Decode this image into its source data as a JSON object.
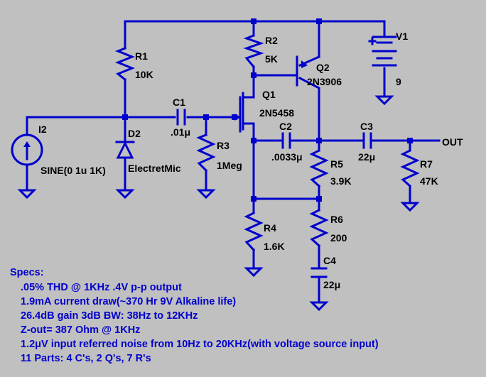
{
  "colors": {
    "background": "#c0c0c0",
    "wire": "#0000cc",
    "label": "#000000",
    "spec_text": "#0000cc"
  },
  "components": {
    "R1": {
      "name": "R1",
      "value": "10K"
    },
    "R2": {
      "name": "R2",
      "value": "5K"
    },
    "R3": {
      "name": "R3",
      "value": "1Meg"
    },
    "R4": {
      "name": "R4",
      "value": "1.6K"
    },
    "R5": {
      "name": "R5",
      "value": "3.9K"
    },
    "R6": {
      "name": "R6",
      "value": "200"
    },
    "R7": {
      "name": "R7",
      "value": "47K"
    },
    "C1": {
      "name": "C1",
      "value": ".01μ"
    },
    "C2": {
      "name": "C2",
      "value": ".0033μ"
    },
    "C3": {
      "name": "C3",
      "value": "22μ"
    },
    "C4": {
      "name": "C4",
      "value": "22μ"
    },
    "Q1": {
      "name": "Q1",
      "value": "2N5458"
    },
    "Q2": {
      "name": "Q2",
      "value": "2N3906"
    },
    "D2": {
      "name": "D2",
      "value": "ElectretMic"
    },
    "I2": {
      "name": "I2",
      "value": "SINE(0 1u 1K)"
    },
    "V1": {
      "name": "V1",
      "value": "9"
    }
  },
  "output_label": "OUT",
  "specs": {
    "heading": "Specs:",
    "lines": [
      ".05% THD @ 1KHz .4V p-p output",
      "1.9mA current draw(~370 Hr 9V Alkaline life)",
      "26.4dB gain 3dB BW: 38Hz to 12KHz",
      "Z-out= 387 Ohm @ 1KHz",
      "1.2μV input referred noise from 10Hz to 20KHz(with voltage source input)",
      "11 Parts: 4 C's, 2 Q's, 7 R's"
    ]
  }
}
